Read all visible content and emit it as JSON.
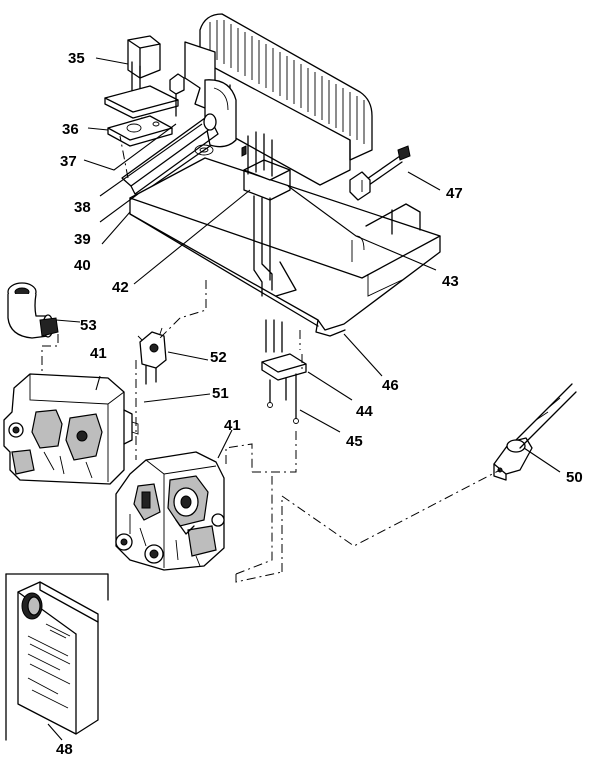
{
  "diagram": {
    "callouts": [
      {
        "id": "35",
        "text": "35"
      },
      {
        "id": "36",
        "text": "36"
      },
      {
        "id": "37",
        "text": "37"
      },
      {
        "id": "38",
        "text": "38"
      },
      {
        "id": "39",
        "text": "39"
      },
      {
        "id": "40",
        "text": "40"
      },
      {
        "id": "42",
        "text": "42"
      },
      {
        "id": "53",
        "text": "53"
      },
      {
        "id": "41a",
        "text": "41"
      },
      {
        "id": "52",
        "text": "52"
      },
      {
        "id": "51",
        "text": "51"
      },
      {
        "id": "41b",
        "text": "41"
      },
      {
        "id": "47",
        "text": "47"
      },
      {
        "id": "43",
        "text": "43"
      },
      {
        "id": "46",
        "text": "46"
      },
      {
        "id": "44",
        "text": "44"
      },
      {
        "id": "45",
        "text": "45"
      },
      {
        "id": "50",
        "text": "50"
      },
      {
        "id": "48",
        "text": "48"
      }
    ]
  }
}
